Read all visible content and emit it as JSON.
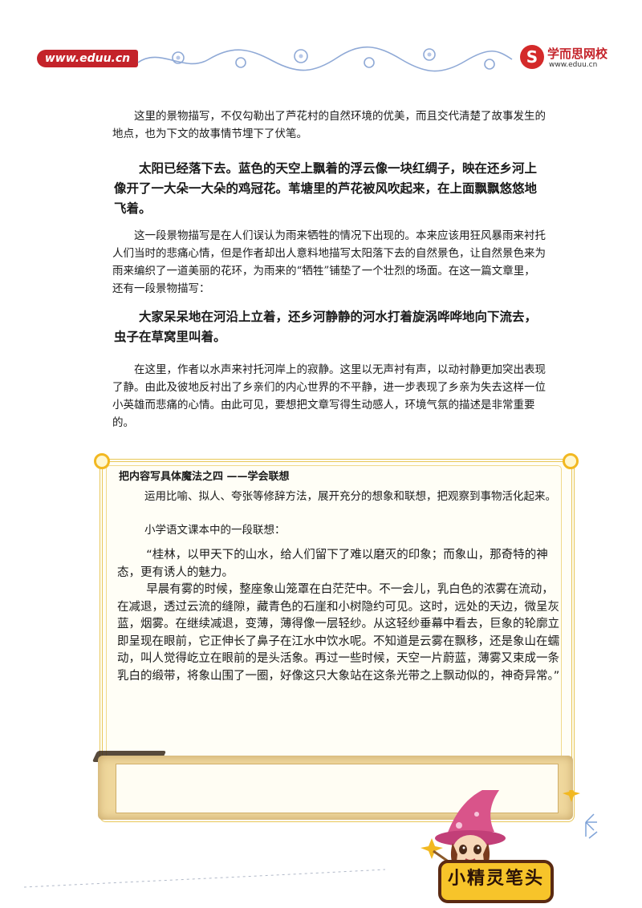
{
  "header": {
    "logo_left_text": "www.eduu.cn",
    "logo_right_name": "学而思网校",
    "logo_right_url": "www.eduu.cn",
    "logo_right_symbol": "S",
    "accent": "#c4232a"
  },
  "body": {
    "para1": "这里的景物描写，不仅勾勒出了芦花村的自然环境的优美，而且交代清楚了故事发生的地点，也为下文的故事情节埋下了伏笔。",
    "quote1": "太阳已经落下去。蓝色的天空上飘着的浮云像一块红绸子，映在还乡河上像开了一大朵一大朵的鸡冠花。苇塘里的芦花被风吹起来，在上面飘飘悠悠地飞着。",
    "para2": "这一段景物描写是在人们误认为雨来牺牲的情况下出现的。本来应该用狂风暴雨来衬托人们当时的悲痛心情，但是作者却出人意料地描写太阳落下去的自然景色，让自然景色来为雨来编织了一道美丽的花环，为雨来的“牺牲”铺垫了一个壮烈的场面。在这一篇文章里，还有一段景物描写：",
    "quote2": "大家呆呆地在河沿上立着，还乡河静静的河水打着旋涡哗哗地向下流去，虫子在草窝里叫着。",
    "para3": "在这里，作者以水声来衬托河岸上的寂静。这里以无声衬有声，以动衬静更加突出表现了静。由此及彼地反衬出了乡亲们的内心世界的不平静，进一步表现了乡亲为失去这样一位小英雄而悲痛的心情。由此可见，要想把文章写得生动感人，环境气氛的描述是非常重要的。"
  },
  "box": {
    "title": "把内容写具体魔法之四 ——学会联想",
    "subtitle": "运用比喻、拟人、夸张等修辞方法，展开充分的想象和联想，把观察到事物活化起来。",
    "lead": "小学语文课本中的一段联想：",
    "text1": "“桂林，以甲天下的山水，给人们留下了难以磨灭的印象；而象山，那奇特的神态，更有诱人的魅力。",
    "text2": "早晨有雾的时候，整座象山笼罩在白茫茫中。不一会儿，乳白色的浓雾在流动，在减退，透过云流的缝隙，藏青色的石崖和小树隐约可见。这时，远处的天边，微呈灰蓝，烟雾。在继续减退，变薄，薄得像一层轻纱。从这轻纱垂幕中看去，巨象的轮廓立即呈现在眼前，它正伸长了鼻子在江水中饮水呢。不知道是云雾在飘移，还是象山在蠕动，叫人觉得屹立在眼前的是头活象。再过一些时候，天空一片蔚蓝，薄雾又束成一条乳白的缎带，将象山围了一圈，好像这只大象站在这条光带之上飘动似的，神奇异常。”"
  },
  "mascot": {
    "badge_text": "小精灵笔头",
    "icon": "witch-mascot-icon"
  }
}
